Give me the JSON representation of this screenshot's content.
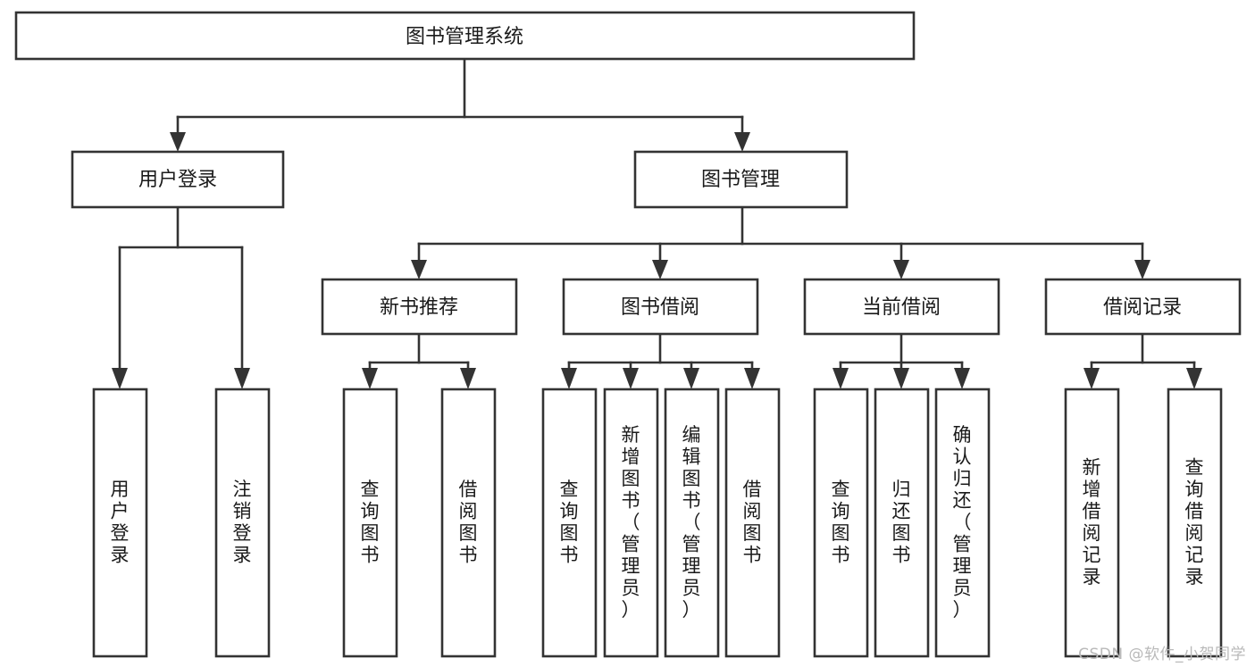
{
  "diagram": {
    "title": "图书管理系统",
    "type": "tree-hierarchy-diagram",
    "colors": {
      "stroke": "#333333",
      "fill": "#ffffff",
      "text": "#1a1a1a",
      "watermark": "#b9b9b9"
    },
    "root": {
      "id": "root",
      "label": "图书管理系统",
      "orientation": "horizontal"
    },
    "level2": [
      {
        "id": "user-login",
        "label": "用户登录",
        "orientation": "horizontal"
      },
      {
        "id": "book-management",
        "label": "图书管理",
        "orientation": "horizontal"
      }
    ],
    "level3": [
      {
        "id": "new-book-recommend",
        "label": "新书推荐",
        "orientation": "horizontal",
        "parent": "book-management"
      },
      {
        "id": "book-borrow",
        "label": "图书借阅",
        "orientation": "horizontal",
        "parent": "book-management"
      },
      {
        "id": "current-borrow",
        "label": "当前借阅",
        "orientation": "horizontal",
        "parent": "book-management"
      },
      {
        "id": "borrow-record",
        "label": "借阅记录",
        "orientation": "horizontal",
        "parent": "book-management"
      }
    ],
    "leaves": [
      {
        "id": "leaf-user-login",
        "label": "用户登录",
        "orientation": "vertical",
        "parent": "user-login"
      },
      {
        "id": "leaf-logout-login",
        "label": "注销登录",
        "orientation": "vertical",
        "parent": "user-login"
      },
      {
        "id": "leaf-query-book-1",
        "label": "查询图书",
        "orientation": "vertical",
        "parent": "new-book-recommend"
      },
      {
        "id": "leaf-borrow-book-1",
        "label": "借阅图书",
        "orientation": "vertical",
        "parent": "new-book-recommend"
      },
      {
        "id": "leaf-query-book-2",
        "label": "查询图书",
        "orientation": "vertical",
        "parent": "book-borrow"
      },
      {
        "id": "leaf-add-book-admin",
        "label": "新增图书（管理员）",
        "orientation": "vertical",
        "parent": "book-borrow"
      },
      {
        "id": "leaf-edit-book-admin",
        "label": "编辑图书（管理员）",
        "orientation": "vertical",
        "parent": "book-borrow"
      },
      {
        "id": "leaf-borrow-book-2",
        "label": "借阅图书",
        "orientation": "vertical",
        "parent": "book-borrow"
      },
      {
        "id": "leaf-query-book-3",
        "label": "查询图书",
        "orientation": "vertical",
        "parent": "current-borrow"
      },
      {
        "id": "leaf-return-book",
        "label": "归还图书",
        "orientation": "vertical",
        "parent": "current-borrow"
      },
      {
        "id": "leaf-confirm-return-admin",
        "label": "确认归还（管理员）",
        "orientation": "vertical",
        "parent": "current-borrow"
      },
      {
        "id": "leaf-add-borrow-record",
        "label": "新增借阅记录",
        "orientation": "vertical",
        "parent": "borrow-record"
      },
      {
        "id": "leaf-query-borrow-record",
        "label": "查询借阅记录",
        "orientation": "vertical",
        "parent": "borrow-record"
      }
    ],
    "watermark": "CSDN @软件_小贺同学"
  }
}
